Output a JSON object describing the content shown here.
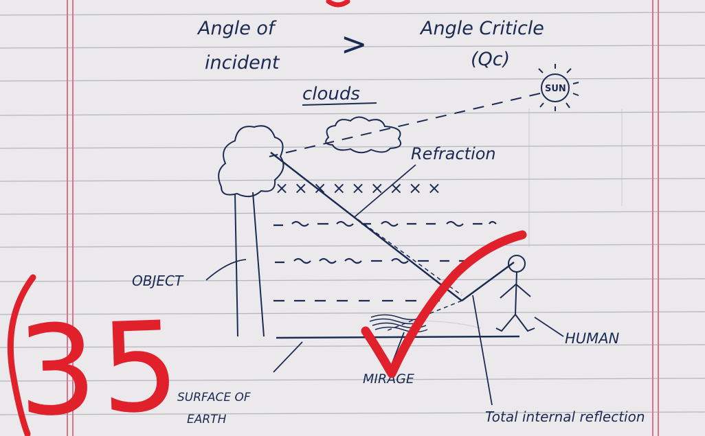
{
  "colors": {
    "paper": "#ebe9ec",
    "rule_line": "#9fa4ad",
    "margin_line": "#e06f8c",
    "ink": "#1b2a52",
    "red_mark": "#e0202a"
  },
  "heading": {
    "left_line1": "Angle of",
    "left_line2": "incident",
    "symbol": ">",
    "right_line1": "Angle Criticle",
    "right_line2": "(Qc)"
  },
  "labels": {
    "clouds": "clouds",
    "sun": "SUN",
    "refraction": "Refraction",
    "object": "OBJECT",
    "human": "HUMAN",
    "surface_line1": "SURFACE OF",
    "surface_line2": "EARTH",
    "mirage": "MIRAGE",
    "total_internal_reflection": "Total internal reflection"
  },
  "grade": {
    "score": "35"
  },
  "icons": [
    "sun-icon",
    "cloud-icon",
    "tree-icon",
    "human-figure-icon",
    "checkmark-icon"
  ]
}
